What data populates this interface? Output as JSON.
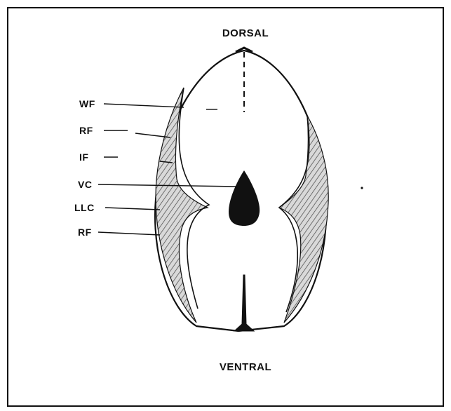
{
  "diagram": {
    "title_top": "DORSAL",
    "title_bottom": "VENTRAL",
    "labels": [
      {
        "id": "wf",
        "text": "WF"
      },
      {
        "id": "rf-upper",
        "text": "RF"
      },
      {
        "id": "if",
        "text": "IF"
      },
      {
        "id": "vc",
        "text": "VC"
      },
      {
        "id": "llc",
        "text": "LLC"
      },
      {
        "id": "rf-lower",
        "text": "RF"
      }
    ],
    "colors": {
      "ink": "#111111",
      "background": "#ffffff",
      "hatch": "#555555"
    }
  }
}
